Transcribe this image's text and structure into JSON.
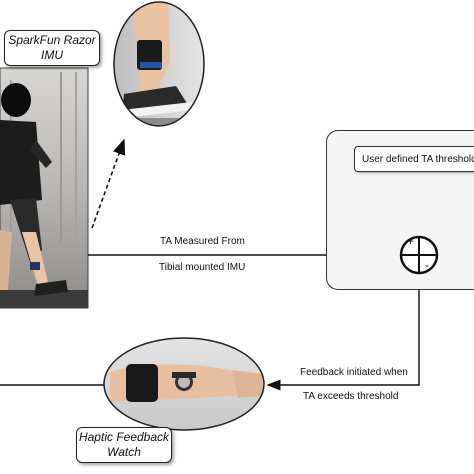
{
  "labels": {
    "imu_sensor": "SparkFun Razor\nIMU",
    "ta_measured_line1": "TA Measured From",
    "ta_measured_line2": "Tibial mounted IMU",
    "user_threshold": "User defined TA threshold",
    "summing_plus": "+",
    "summing_minus": "-",
    "feedback_line1": "Feedback initiated when",
    "feedback_line2": "TA exceeds threshold",
    "haptic_watch": "Haptic Feedback\nWatch"
  },
  "colors": {
    "line": "#111111",
    "panel_fill": "#f5f5f5",
    "panel_border": "#333333"
  },
  "icons": {
    "runner_photo": "runner-on-treadmill-photo",
    "leg_photo": "leg-with-imu-photo",
    "wrist_photo": "wrist-watch-photo"
  }
}
